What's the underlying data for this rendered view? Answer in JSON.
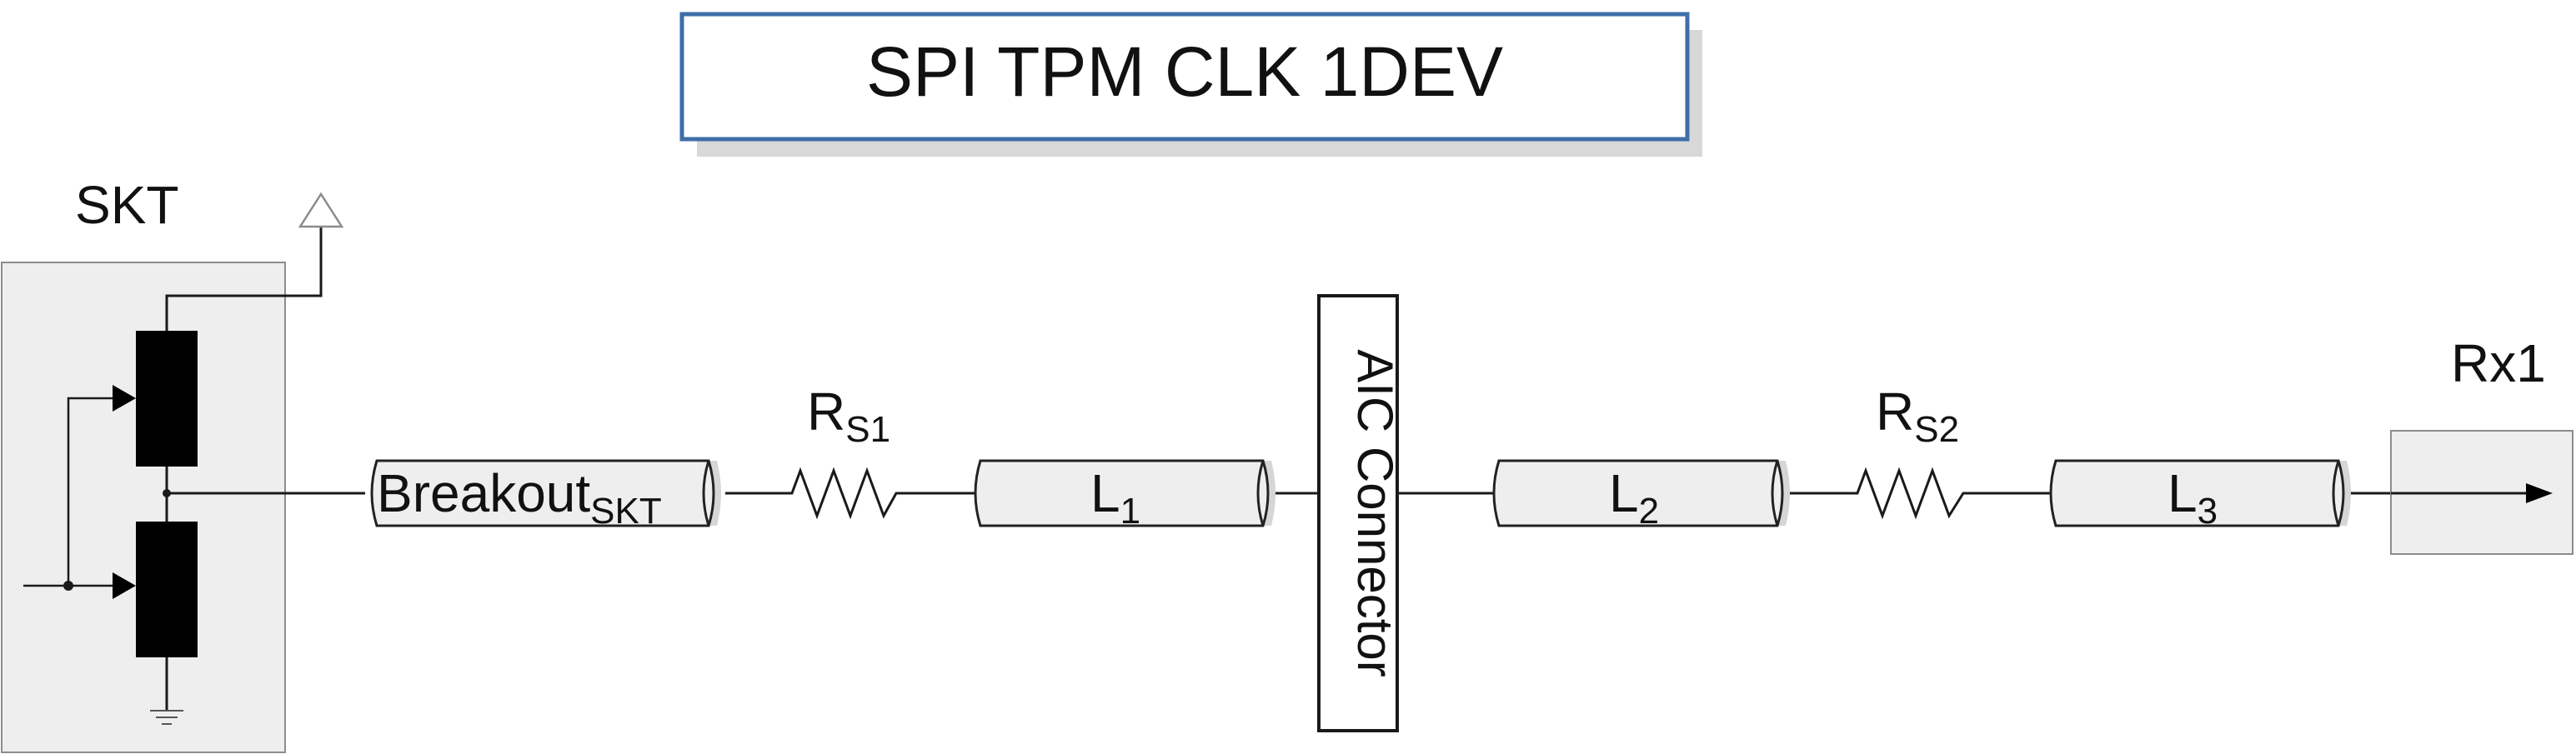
{
  "title": "SPI TPM CLK 1DEV",
  "source": {
    "label": "SKT"
  },
  "receiver": {
    "label": "Rx1"
  },
  "breakout": {
    "main": "Breakout",
    "sub": "SKT"
  },
  "resistors": [
    {
      "main": "R",
      "sub": "S1"
    },
    {
      "main": "R",
      "sub": "S2"
    }
  ],
  "lines": [
    {
      "main": "L",
      "sub": "1"
    },
    {
      "main": "L",
      "sub": "2"
    },
    {
      "main": "L",
      "sub": "3"
    }
  ],
  "connector": {
    "label": "AIC Connector"
  },
  "colors": {
    "title_border": "#3f6ea8",
    "title_shadow": "#d8d8d8",
    "box_fill": "#eeeeee",
    "box_border": "#8c8c8c",
    "cylinder_fill": "#eeeeee",
    "ink": "#1a1a1a"
  }
}
